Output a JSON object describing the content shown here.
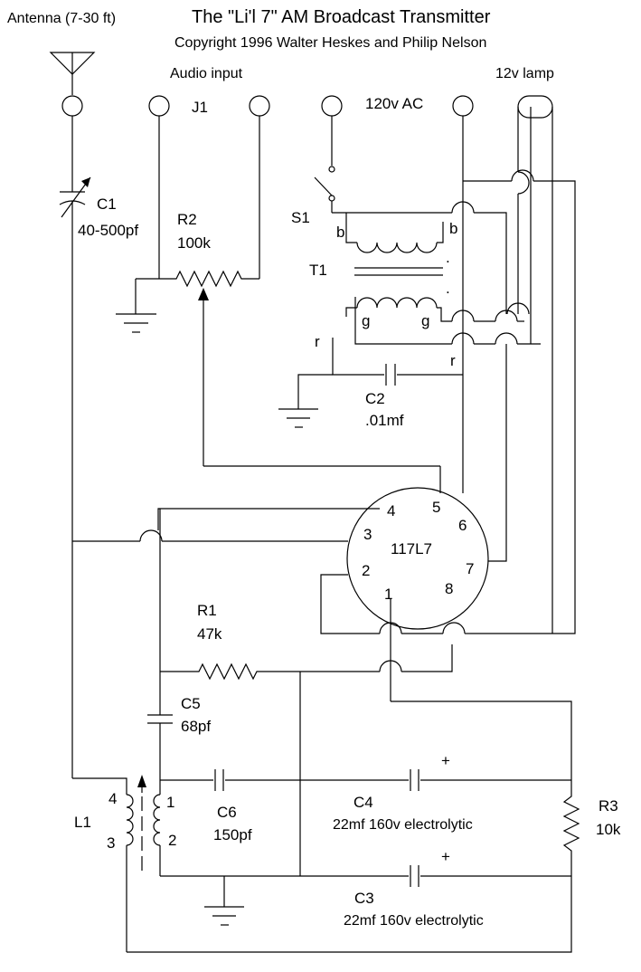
{
  "title": "The \"Li'l 7\" AM Broadcast Transmitter",
  "copyright": "Copyright 1996 Walter Heskes and Philip Nelson",
  "antenna": "Antenna (7-30 ft)",
  "audio_input": "Audio input",
  "j1": "J1",
  "ac_in": "120v AC",
  "lamp": "12v lamp",
  "s1": "S1",
  "t1": "T1",
  "c1": {
    "name": "C1",
    "value": "40-500pf"
  },
  "r2": {
    "name": "R2",
    "value": "100k"
  },
  "c2": {
    "name": "C2",
    "value": ".01mf"
  },
  "tube": {
    "name": "117L7",
    "pins": [
      "1",
      "2",
      "3",
      "4",
      "5",
      "6",
      "7",
      "8"
    ]
  },
  "r1": {
    "name": "R1",
    "value": "47k"
  },
  "c5": {
    "name": "C5",
    "value": "68pf"
  },
  "c6": {
    "name": "C6",
    "value": "150pf"
  },
  "c4": {
    "name": "C4",
    "value": "22mf 160v electrolytic"
  },
  "c3": {
    "name": "C3",
    "value": "22mf 160v electrolytic"
  },
  "r3": {
    "name": "R3",
    "value": "10k"
  },
  "l1": {
    "name": "L1",
    "pins": [
      "4",
      "3",
      "1",
      "2"
    ]
  },
  "wire_marks": {
    "b": "b",
    "g": "g",
    "r": "r"
  },
  "plus": "+",
  "dot": "."
}
